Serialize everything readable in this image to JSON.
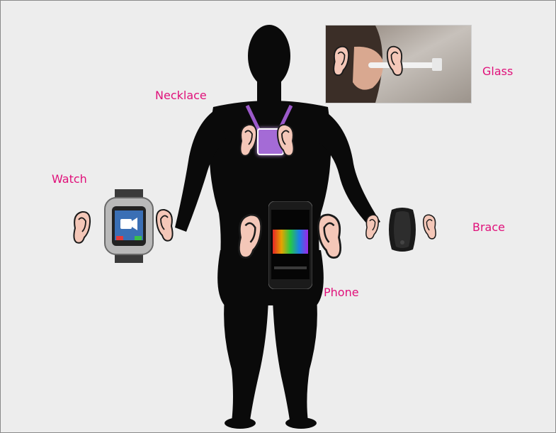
{
  "labels": {
    "glass": "Glass",
    "necklace": "Necklace",
    "watch": "Watch",
    "brace": "Brace",
    "phone": "Phone"
  },
  "colors": {
    "background": "#ededed",
    "border": "#8a8a8a",
    "label": "#e0107a",
    "silhouette": "#0a0a0a",
    "necklace_strap": "#9b59c9",
    "ear_fill": "#f4c7b8",
    "ear_outline": "#1a1a1a"
  },
  "icons": [
    "human-silhouette",
    "ear-icon",
    "smartwatch-icon",
    "smartphone-icon",
    "fitness-band-icon",
    "necklace-pendant-icon",
    "smart-glass-photo"
  ]
}
